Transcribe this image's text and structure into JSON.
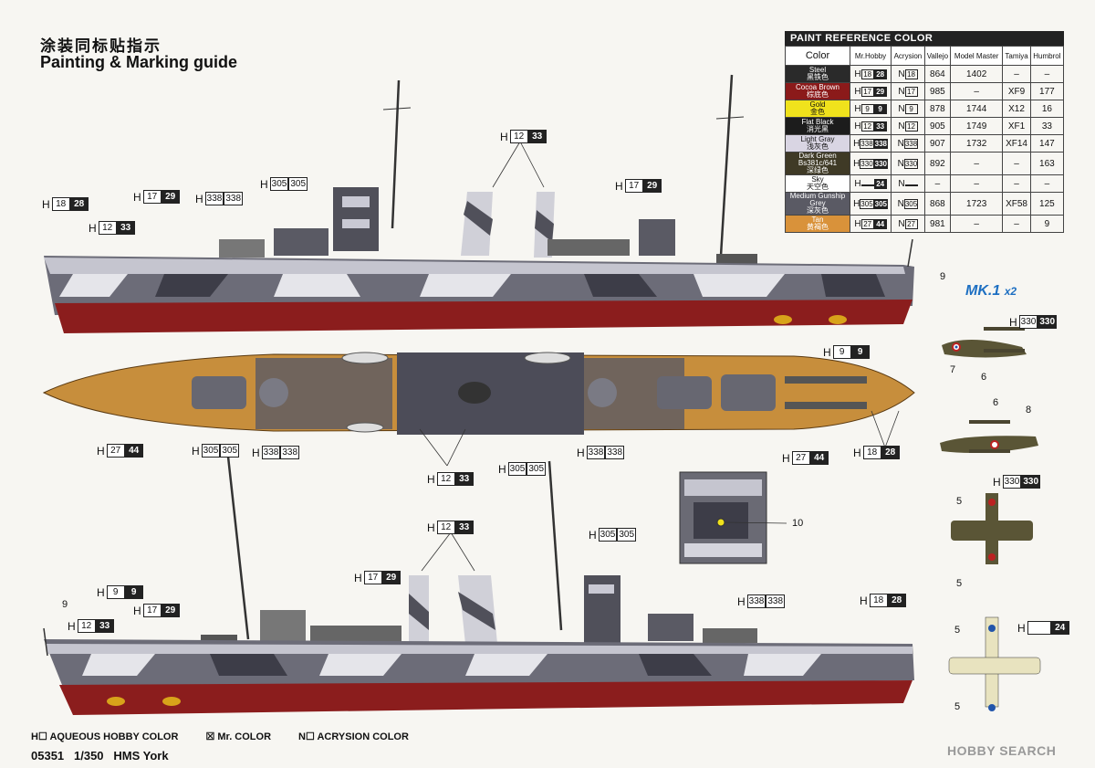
{
  "title": {
    "cn": "涂装同标贴指示",
    "en": "Painting & Marking guide"
  },
  "paint_table": {
    "header": "PAINT  REFERENCE COLOR",
    "columns": [
      "Color",
      "Mr.Hobby",
      "Acrysion",
      "Vallejo",
      "Model Master",
      "Tamiya",
      "Humbrol"
    ],
    "rows": [
      {
        "name": "Steel",
        "cn": "黑铁色",
        "bg": "#2a2a2a",
        "fg": "#ffffff",
        "h": "18",
        "h2": "28",
        "n": "18",
        "vallejo": "864",
        "mm": "1402",
        "tamiya": "–",
        "humbrol": "–"
      },
      {
        "name": "Cocoa Brown",
        "cn": "棕底色",
        "bg": "#8b1a1a",
        "fg": "#ffffff",
        "h": "17",
        "h2": "29",
        "n": "17",
        "vallejo": "985",
        "mm": "–",
        "tamiya": "XF9",
        "humbrol": "177"
      },
      {
        "name": "Gold",
        "cn": "金色",
        "bg": "#f0e21c",
        "fg": "#111111",
        "h": "9",
        "h2": "9",
        "n": "9",
        "vallejo": "878",
        "mm": "1744",
        "tamiya": "X12",
        "humbrol": "16"
      },
      {
        "name": "Flat Black",
        "cn": "消光黑",
        "bg": "#1c1c1c",
        "fg": "#ffffff",
        "h": "12",
        "h2": "33",
        "n": "12",
        "vallejo": "905",
        "mm": "1749",
        "tamiya": "XF1",
        "humbrol": "33"
      },
      {
        "name": "Light Gray",
        "cn": "浅灰色",
        "bg": "#d9d5e3",
        "fg": "#111111",
        "h": "338",
        "h2": "338",
        "n": "338",
        "vallejo": "907",
        "mm": "1732",
        "tamiya": "XF14",
        "humbrol": "147"
      },
      {
        "name": "Dark Green Bs381c/641",
        "cn": "深绿色",
        "bg": "#3f3a26",
        "fg": "#ffffff",
        "h": "330",
        "h2": "330",
        "n": "330",
        "vallejo": "892",
        "mm": "–",
        "tamiya": "–",
        "humbrol": "163"
      },
      {
        "name": "Sky",
        "cn": "天空色",
        "bg": "#ffffff",
        "fg": "#111111",
        "h": "",
        "h2": "24",
        "n": "",
        "vallejo": "–",
        "mm": "–",
        "tamiya": "–",
        "humbrol": "–"
      },
      {
        "name": "Medium Gunship Grey",
        "cn": "深灰色",
        "bg": "#5a5a64",
        "fg": "#ffffff",
        "h": "305",
        "h2": "305",
        "n": "305",
        "vallejo": "868",
        "mm": "1723",
        "tamiya": "XF58",
        "humbrol": "125"
      },
      {
        "name": "Tan",
        "cn": "黄褐色",
        "bg": "#d9923a",
        "fg": "#ffffff",
        "h": "27",
        "h2": "44",
        "n": "27",
        "vallejo": "981",
        "mm": "–",
        "tamiya": "–",
        "humbrol": "9"
      }
    ]
  },
  "callouts": {
    "top_h18_28": {
      "a": "18",
      "b": "28"
    },
    "top_h17_29": {
      "a": "17",
      "b": "29"
    },
    "top_h338": {
      "a": "338",
      "b": "338"
    },
    "top_h305": {
      "a": "305",
      "b": "305"
    },
    "top_h12_33_left": {
      "a": "12",
      "b": "33"
    },
    "top_h12_33_mid": {
      "a": "12",
      "b": "33"
    },
    "top_h17_29_right": {
      "a": "17",
      "b": "29"
    },
    "deck_h9_9": {
      "a": "9",
      "b": "9"
    },
    "deck_h27_44_left": {
      "a": "27",
      "b": "44"
    },
    "deck_h305_left": {
      "a": "305",
      "b": "305"
    },
    "deck_h338_left": {
      "a": "338",
      "b": "338"
    },
    "deck_h12_33": {
      "a": "12",
      "b": "33"
    },
    "deck_h305_mid": {
      "a": "305",
      "b": "305"
    },
    "deck_h338_right": {
      "a": "338",
      "b": "338"
    },
    "deck_h27_44_right": {
      "a": "27",
      "b": "44"
    },
    "deck_h18_28": {
      "a": "18",
      "b": "28"
    },
    "bot_h12_33": {
      "a": "12",
      "b": "33"
    },
    "bot_h305": {
      "a": "305",
      "b": "305"
    },
    "bot_h17_29": {
      "a": "17",
      "b": "29"
    },
    "bot_h9_9": {
      "a": "9",
      "b": "9"
    },
    "bot_h12_33_left": {
      "a": "12",
      "b": "33"
    },
    "bot_h17_29_left": {
      "a": "17",
      "b": "29"
    },
    "bot_h338": {
      "a": "338",
      "b": "338"
    },
    "bot_h18_28": {
      "a": "18",
      "b": "28"
    },
    "air_h330_top": {
      "a": "330",
      "b": "330"
    },
    "air_h330_mid": {
      "a": "330",
      "b": "330"
    },
    "air_h24": {
      "a": "",
      "b": "24"
    }
  },
  "numbers": {
    "n9_top": "9",
    "n9_bot": "9",
    "n10": "10",
    "n7": "7",
    "n6a": "6",
    "n6b": "6",
    "n8": "8",
    "n5a": "5",
    "n5b": "5",
    "n5c": "5",
    "n5d": "5"
  },
  "aircraft": {
    "label": "MK.1",
    "qty": "x2"
  },
  "legend": {
    "h": "AQUEOUS HOBBY COLOR",
    "m": "Mr. COLOR",
    "n": "ACRYSION COLOR"
  },
  "footer": {
    "code": "05351",
    "scale": "1/350",
    "name": "HMS York"
  },
  "watermark": "HOBBY SEARCH"
}
